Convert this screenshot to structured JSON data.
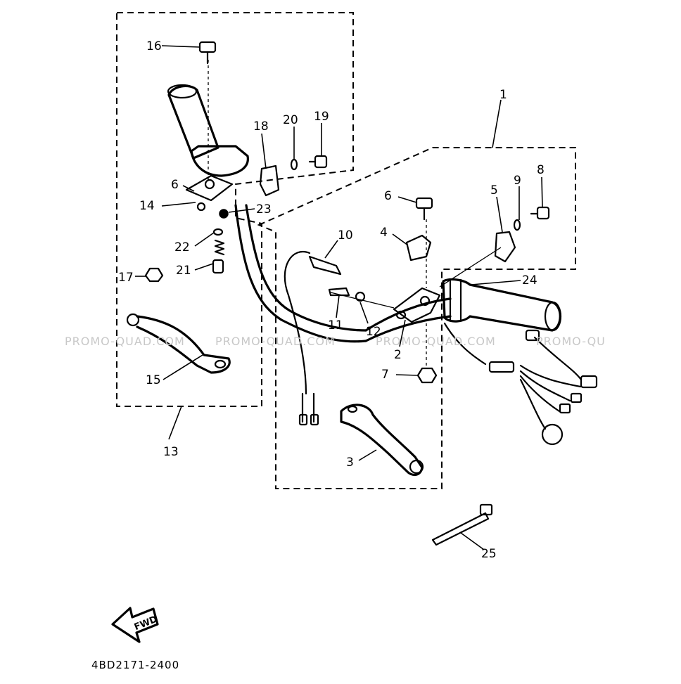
{
  "diagram_code": "4BD2171-2400",
  "fwd_label": "FWD",
  "watermarks": [
    "PROMO-QUAD.COM",
    "PROMO-QUAD.COM",
    "PROMO-QUAD.COM",
    "PROMO-QU"
  ],
  "callouts": [
    "1",
    "2",
    "3",
    "4",
    "5",
    "6",
    "6",
    "7",
    "8",
    "9",
    "10",
    "11",
    "12",
    "13",
    "14",
    "15",
    "16",
    "17",
    "18",
    "19",
    "20",
    "21",
    "22",
    "23",
    "24",
    "25"
  ],
  "colors": {
    "ink": "#000000",
    "background": "#ffffff",
    "watermark": "#c8c8c8"
  }
}
